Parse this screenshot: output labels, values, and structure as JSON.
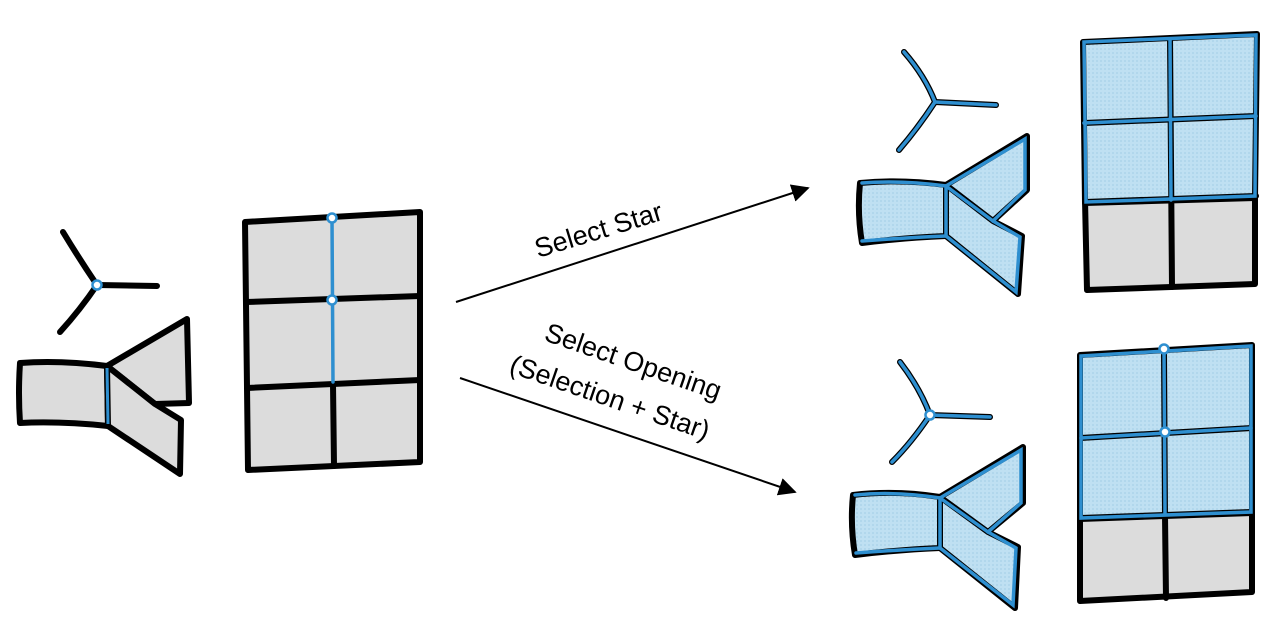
{
  "labels": {
    "select_star": "Select Star",
    "select_opening_line1": "Select Opening",
    "select_opening_line2": "(Selection + Star)"
  },
  "colors": {
    "face_grey": "#dcdcdc",
    "face_selected": "#bfe0f2",
    "edge_selected": "#2e8fd0",
    "edge": "#000000"
  },
  "icons": {
    "star": "star-icon",
    "flap_mesh": "flap-mesh-icon",
    "grid_mesh": "grid-mesh-icon",
    "vertex": "vertex-icon",
    "arrow": "arrow-icon"
  }
}
